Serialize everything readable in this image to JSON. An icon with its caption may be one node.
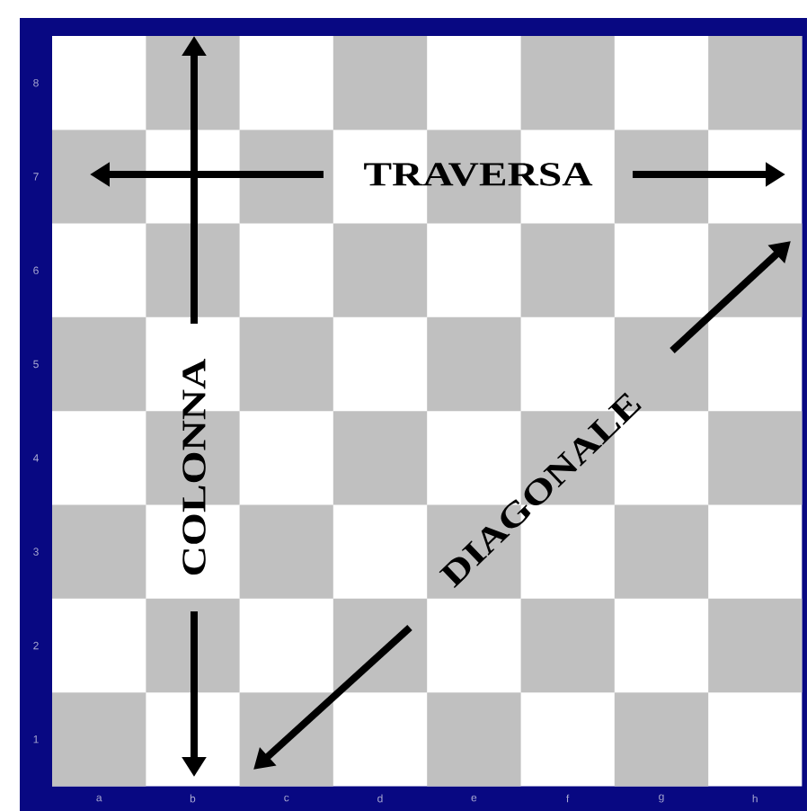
{
  "diagram": {
    "labels": [
      "8",
      "7",
      "6",
      "5",
      "4",
      "3",
      "2",
      "1",
      "TRAVERSA",
      "COLONNA",
      "DIAGONALE",
      "a",
      "b",
      "c",
      "d",
      "e",
      "f",
      "g",
      "h"
    ]
  }
}
